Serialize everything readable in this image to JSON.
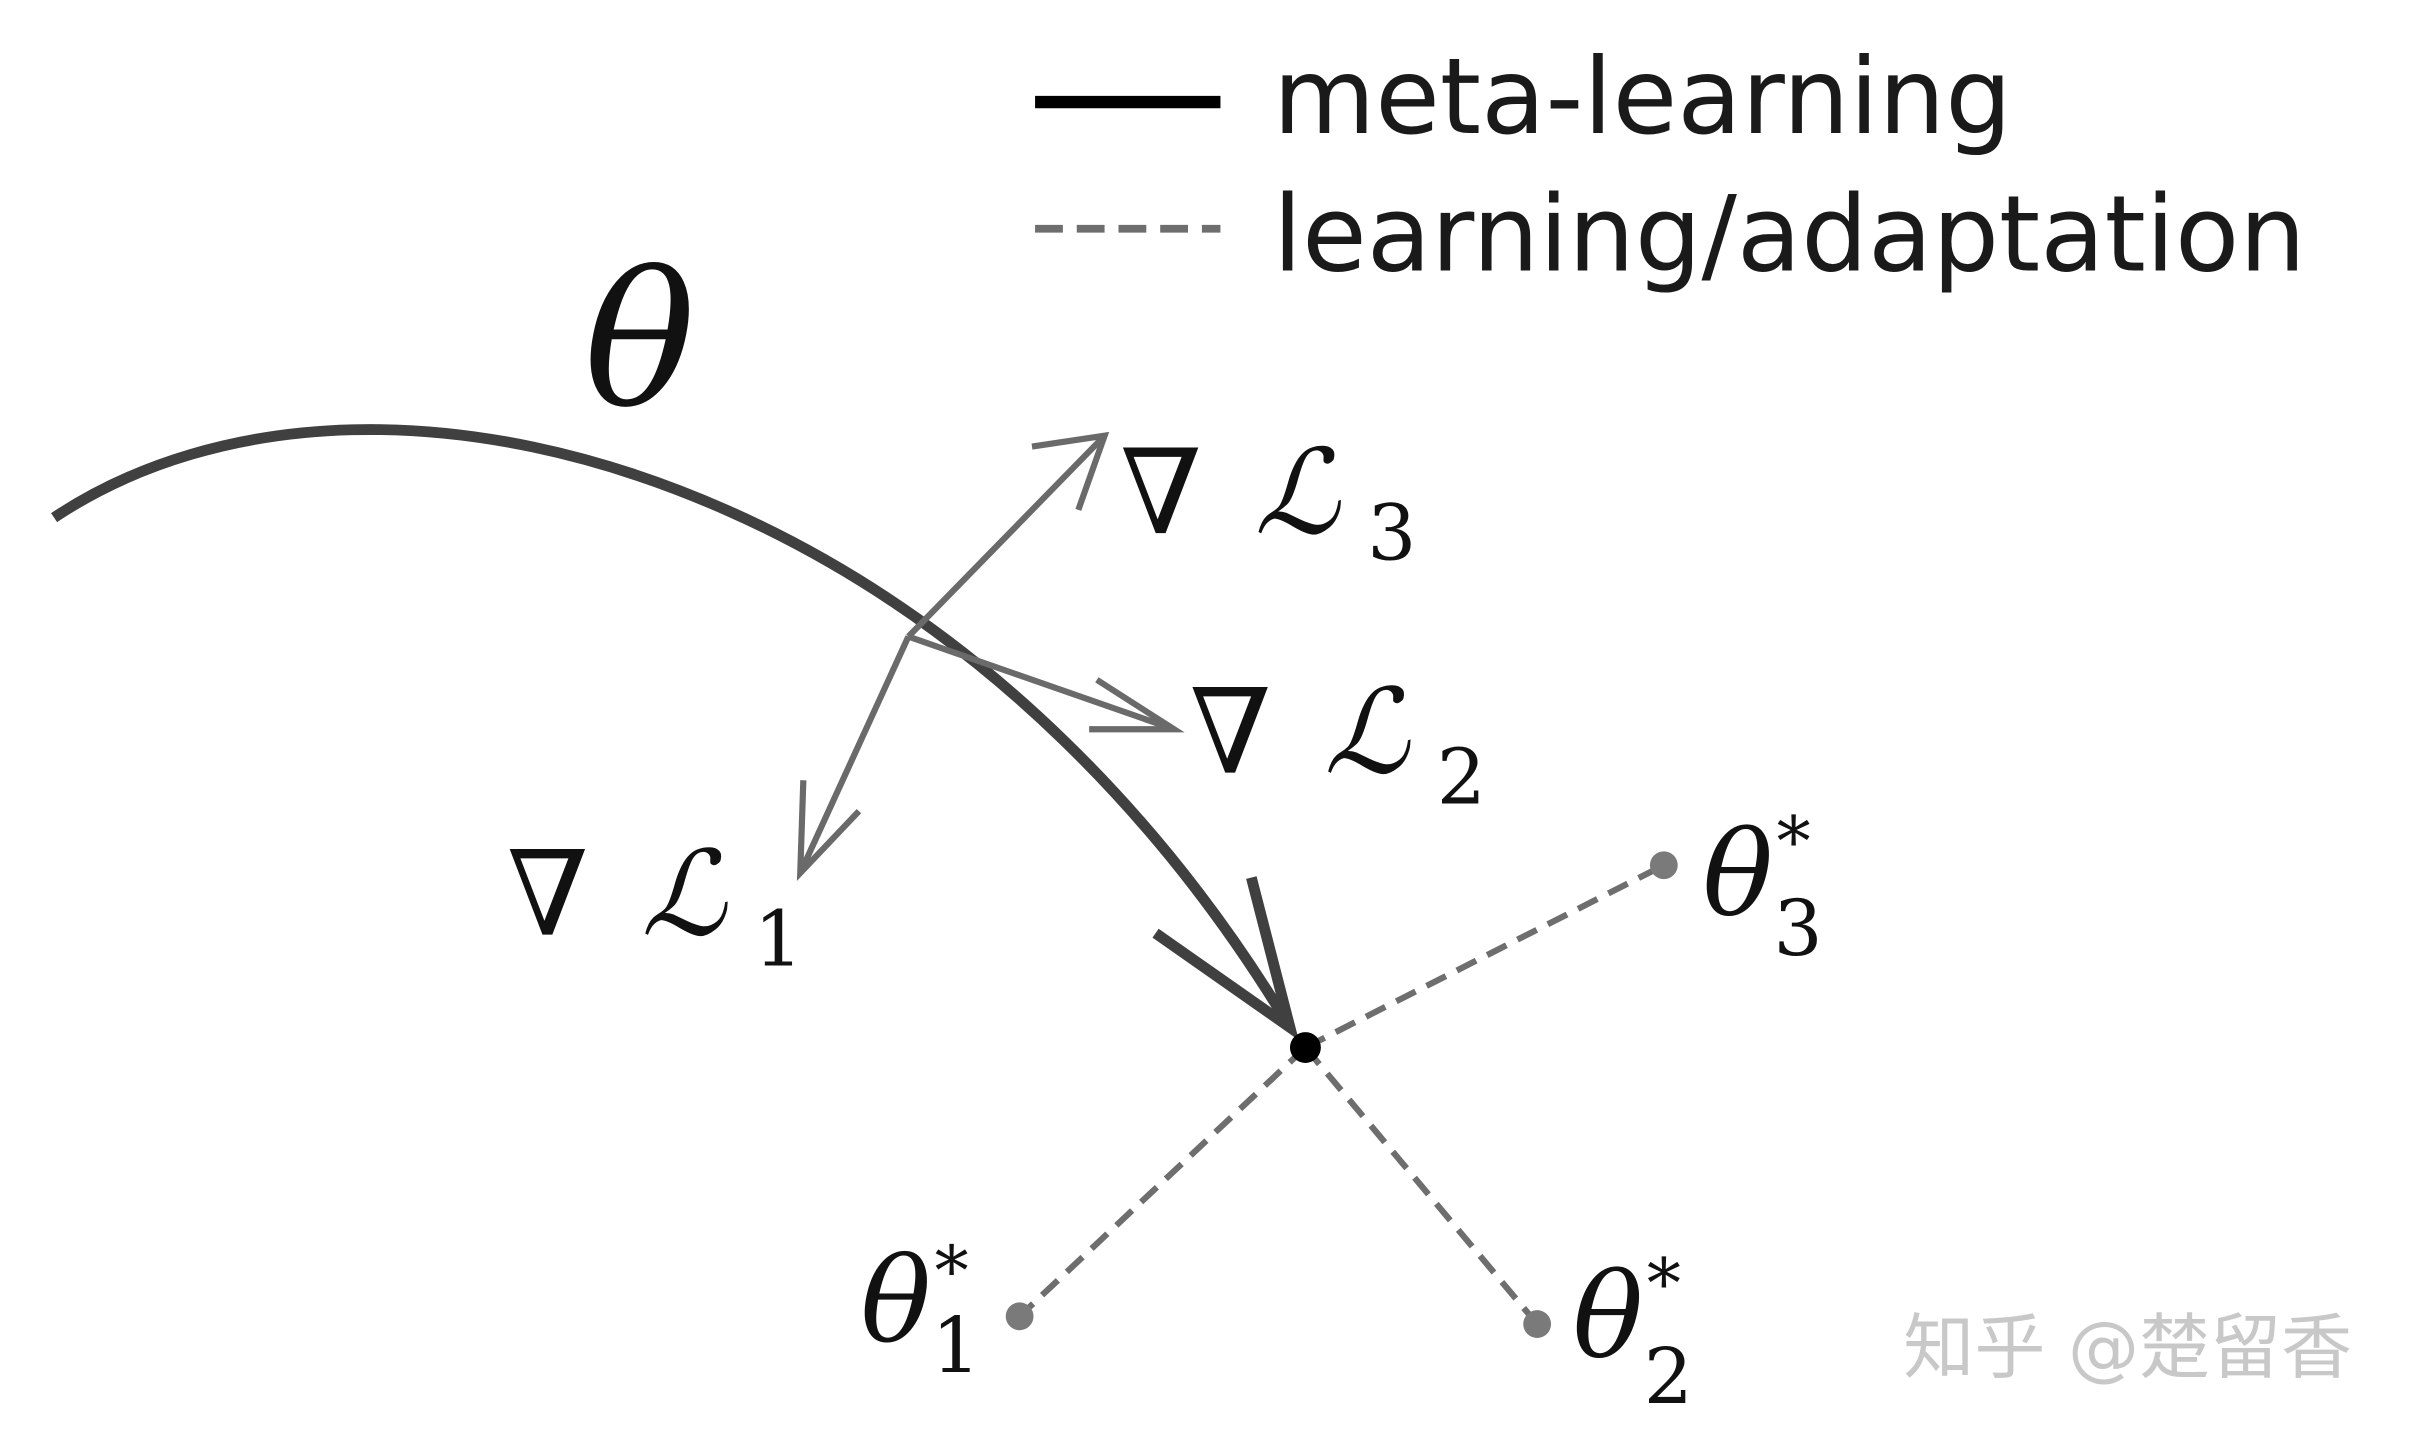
{
  "legend": {
    "items": [
      {
        "label": "meta-learning",
        "style": "solid",
        "color": "#000000"
      },
      {
        "label": "learning/adaptation",
        "style": "dashed",
        "color": "#666666"
      }
    ]
  },
  "labels": {
    "theta": "θ",
    "grad_symbol": "∇",
    "loss_symbol": "ℒ",
    "grad_L1_sub": "1",
    "grad_L2_sub": "2",
    "grad_L3_sub": "3",
    "theta_star_1_sub": "1",
    "theta_star_2_sub": "2",
    "theta_star_3_sub": "3",
    "star": "*"
  },
  "colors": {
    "meta_path": "#404040",
    "gradient_arrows": "#6a6a6a",
    "adaptation_dash": "#6e6e6e",
    "task_points": "#7a7a7a",
    "center_point": "#000000"
  },
  "watermark": "知乎 @楚留香"
}
